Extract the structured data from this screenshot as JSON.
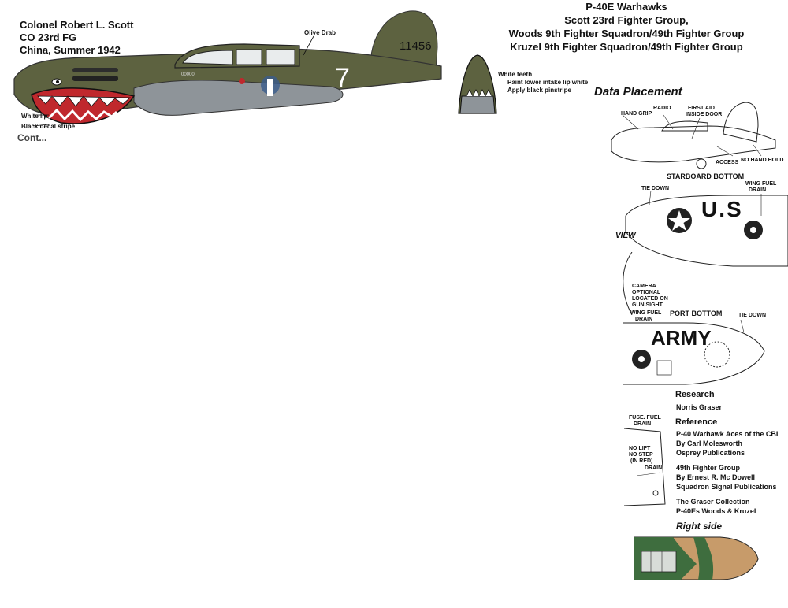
{
  "caption": {
    "line1": "Colonel Robert L. Scott",
    "line2": "CO 23rd FG",
    "line3": "China, Summer 1942"
  },
  "header": {
    "line1": "P-40E Warhawks",
    "line2": "Scott 23rd Fighter Group,",
    "line3": "Woods 9th Fighter Squadron/49th Fighter Group",
    "line4": "Kruzel 9th Fighter Squadron/49th Fighter Group"
  },
  "aircraft": {
    "tail_serial": "11456",
    "fuselage_number": "7",
    "small_fuselage_text": "00000",
    "colors": {
      "olive_drab": "#5d6240",
      "neutral_gray": "#8e9499",
      "shark_red": "#c0282d",
      "white": "#ffffff",
      "black": "#111111",
      "insignia_blue": "#3b5c8c"
    }
  },
  "callouts": {
    "olive_drab": "Olive Drab",
    "white_teeth": "White teeth",
    "intake_note1": "Paint lower intake lip white",
    "intake_note2": "Apply black pinstripe",
    "white_lip": "White lip",
    "black_stripe": "Black decal stripe",
    "cut_text": "Cont..."
  },
  "data_placement": {
    "title": "Data Placement",
    "side_labels": {
      "hand_grip": "HAND GRIP",
      "radio": "RADIO",
      "first_aid1": "FIRST AID",
      "first_aid2": "INSIDE DOOR",
      "access": "ACCESS",
      "no_hand_hold": "NO HAND HOLD"
    },
    "starboard": {
      "title": "STARBOARD BOTTOM",
      "tie_down": "TIE DOWN",
      "wing_fuel1": "WING FUEL",
      "wing_fuel2": "DRAIN",
      "marking": "U.S"
    },
    "view_label": "VIEW",
    "camera_labels": [
      "CAMERA",
      "OPTIONAL",
      "LOCATED ON",
      "GUN SIGHT"
    ],
    "port": {
      "title": "PORT BOTTOM",
      "tie_down": "TIE DOWN",
      "wing_fuel1": "WING FUEL",
      "wing_fuel2": "DRAIN",
      "marking": "ARMY"
    },
    "fuse_fuel1": "FUSE. FUEL",
    "fuse_fuel2": "DRAIN",
    "no_lift1": "NO LIFT",
    "no_lift2": "NO STEP",
    "no_lift3": "(IN RED)",
    "drain": "DRAIN"
  },
  "credits": {
    "research_title": "Research",
    "research_name": "Norris Graser",
    "reference_title": "Reference",
    "ref1_line1": "P-40 Warhawk Aces of the CBI",
    "ref1_line2": "By Carl Molesworth",
    "ref1_line3": "Osprey Publications",
    "ref2_line1": "49th Fighter Group",
    "ref2_line2": "By Ernest R. Mc Dowell",
    "ref2_line3": "Squadron Signal Publications",
    "ref3_line1": "The Graser Collection",
    "ref3_line2": "P-40Es Woods & Kruzel",
    "right_side": "Right side"
  }
}
